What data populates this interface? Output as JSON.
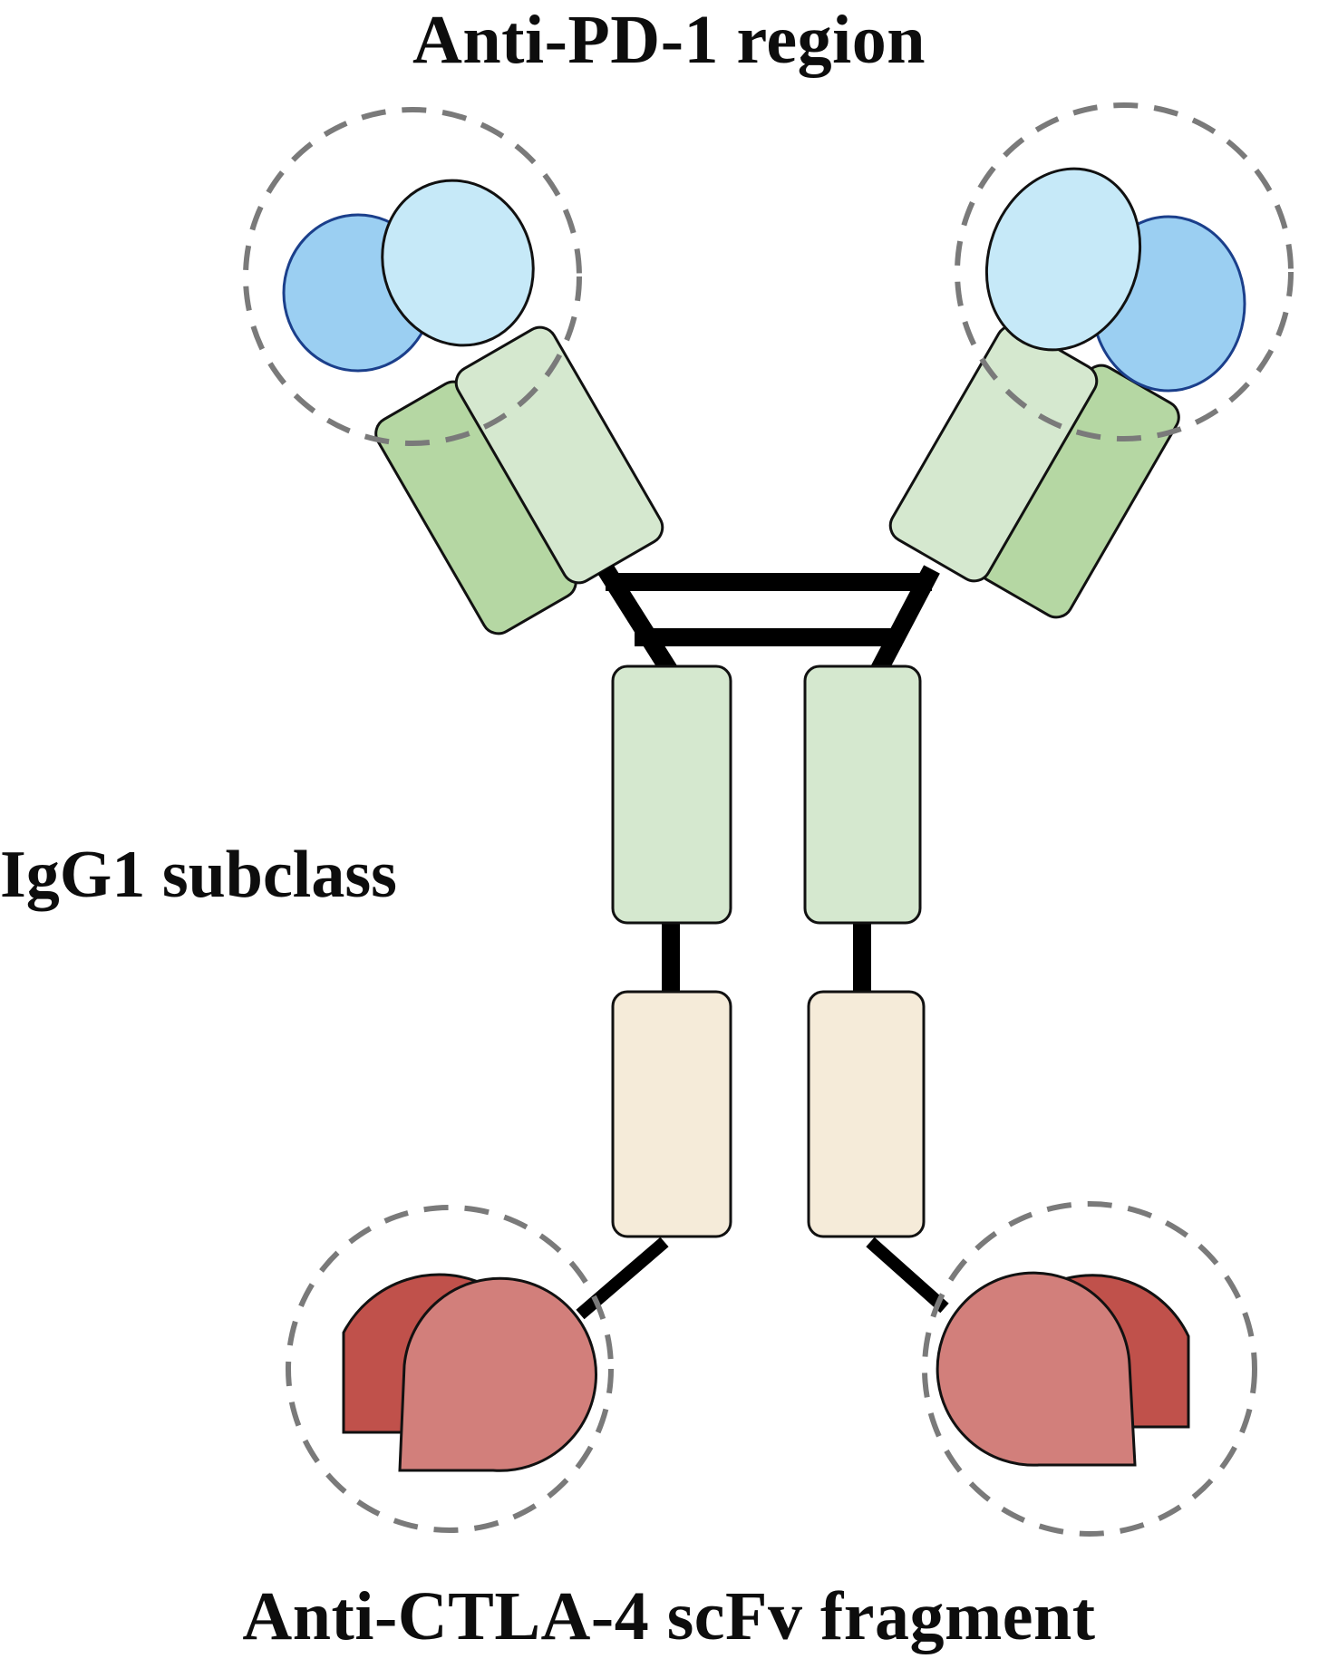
{
  "labels": {
    "top": "Anti-PD-1 region",
    "left": "IgG1 subclass",
    "bottom": "Anti-CTLA-4 scFv fragment"
  },
  "colors": {
    "background": "#ffffff",
    "outline": "#111111",
    "linker": "#000000",
    "fab_light_blue": "#c6e9f8",
    "fab_mid_blue": "#9bcff2",
    "blue_outline": "#1b3f8b",
    "green_light": "#d5e8cf",
    "green_dark": "#b5d7a3",
    "fc_beige": "#f5ebd9",
    "scfv_dark_red": "#c0514b",
    "scfv_light_red": "#d27f7b",
    "dashed_circle": "#7a7a7a"
  }
}
